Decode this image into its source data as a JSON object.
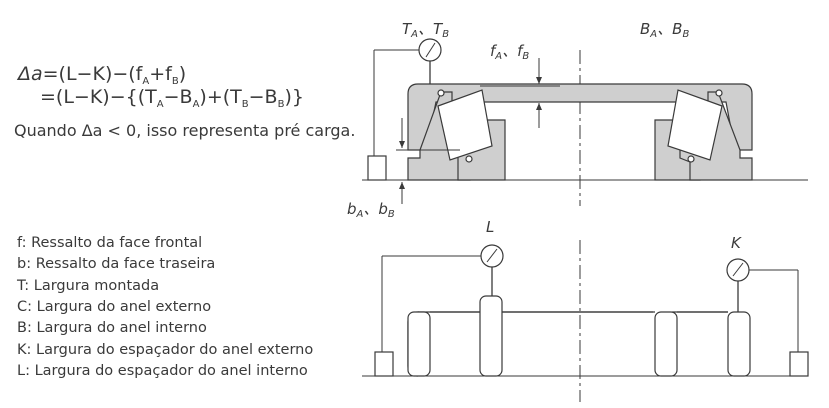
{
  "formula": {
    "line1": {
      "delta": "Δa",
      "rest": "=(L−K)−(f",
      "subA": "A",
      "plus": "+f",
      "subB": "B",
      "close": ")"
    },
    "line2": {
      "start": "=(L−K)−{(T",
      "subA1": "A",
      "minus1": "−B",
      "subA2": "A",
      "mid": ")+(T",
      "subB1": "B",
      "minus2": "−B",
      "subB2": "B",
      "close": ")}"
    }
  },
  "note": "Quando Δa < 0, isso representa pré carga.",
  "labels": {
    "t_main": "T",
    "t_sub_a": "A",
    "t_sep": "、T",
    "t_sub_b": "B",
    "b_main": "B",
    "b_sub_a": "A",
    "b_sep": "、B",
    "b_sub_b": "B",
    "f_main": "f",
    "f_sub_a": "A",
    "f_sep": "、f",
    "f_sub_b": "B",
    "bb_main": "b",
    "bb_sub_a": "A",
    "bb_sep": "、b",
    "bb_sub_b": "B",
    "L": "L",
    "K": "K"
  },
  "legend": [
    "f: Ressalto da face frontal",
    "b: Ressalto da face traseira",
    "T: Largura montada",
    "C: Largura do anel externo",
    "B: Largura do anel interno",
    "K: Largura do espaçador do anel externo",
    "L: Largura do espaçador do anel interno"
  ]
}
